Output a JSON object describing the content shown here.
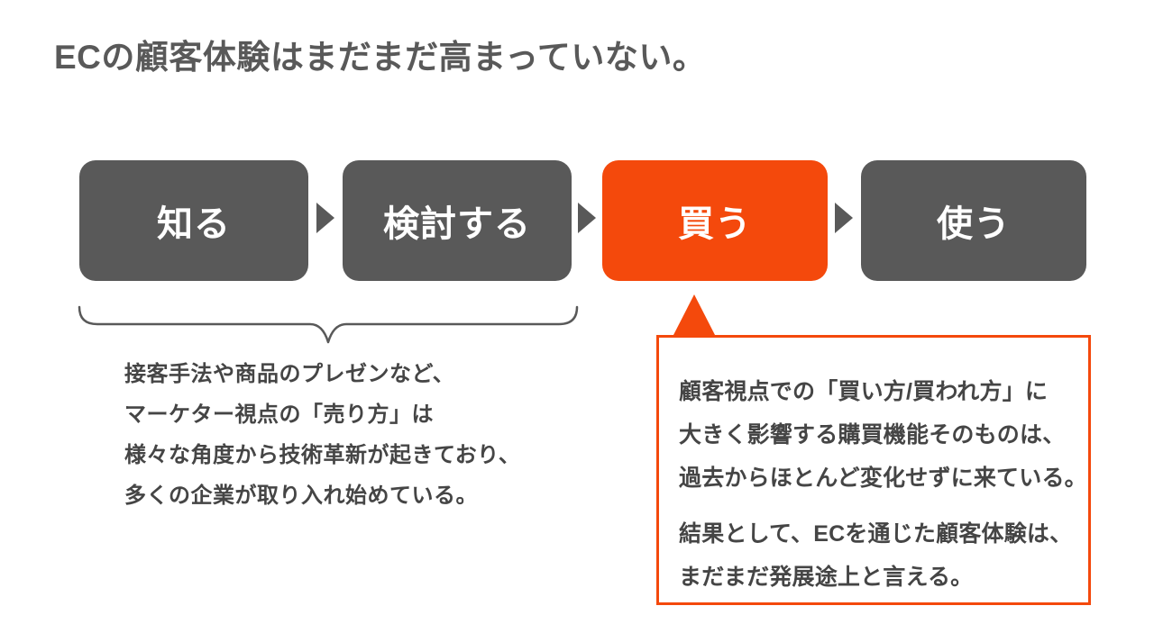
{
  "title": "ECの顧客体験はまだまだ高まっていない。",
  "colors": {
    "box_gray": "#595959",
    "accent_orange": "#F4490C",
    "text_dark": "#454545",
    "title_gray": "#595959",
    "background": "#FFFFFF"
  },
  "journey": {
    "steps": [
      {
        "label": "知る",
        "highlighted": false
      },
      {
        "label": "検討する",
        "highlighted": false
      },
      {
        "label": "買う",
        "highlighted": true
      },
      {
        "label": "使う",
        "highlighted": false
      }
    ]
  },
  "seller_note": {
    "lines": [
      "接客手法や商品のプレゼンなど、",
      "マーケター視点の「売り方」は",
      "様々な角度から技術革新が起きており、",
      "多くの企業が取り入れ始めている。"
    ]
  },
  "buyer_callout": {
    "paragraphs": [
      {
        "lines": [
          "顧客視点での「買い方/買われ方」に",
          "大きく影響する購買機能そのものは、",
          "過去からほとんど変化せずに来ている。"
        ]
      },
      {
        "lines": [
          "結果として、ECを通じた顧客体験は、",
          "まだまだ発展途上と言える。"
        ]
      }
    ]
  }
}
